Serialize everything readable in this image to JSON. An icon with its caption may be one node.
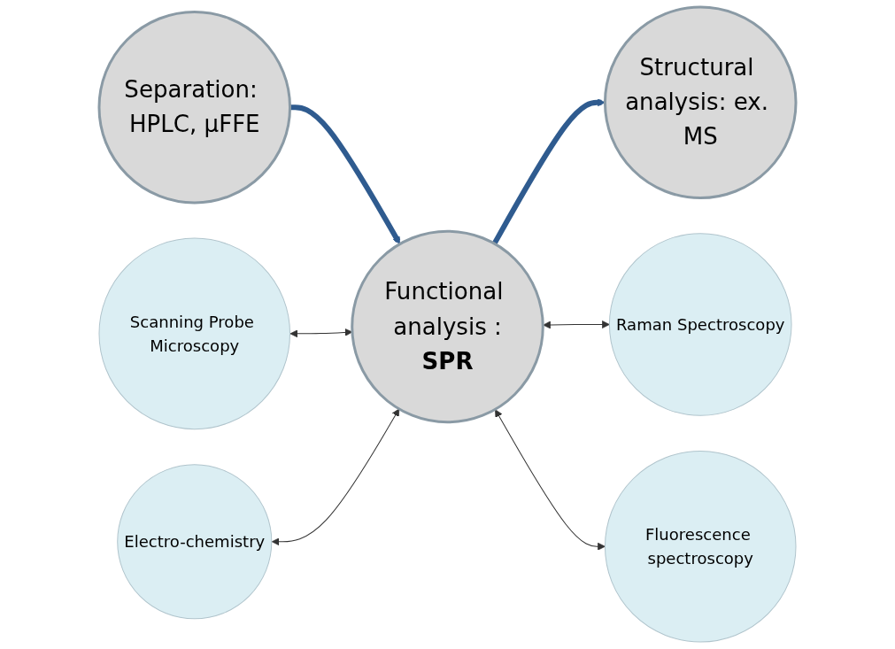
{
  "diagram": {
    "nodes": [
      {
        "text": [
          "Scanning Probe Microscopy"
        ]
      },
      {
        "text": [
          "Electro-chemistry"
        ]
      },
      {
        "text": [
          "Separation: HPLC, µFFE"
        ]
      },
      {
        "text": [
          "Functional analysis :",
          "SPR"
        ]
      },
      {
        "text": [
          "Structural analysis: ex. MS"
        ]
      },
      {
        "text": [
          "Raman Spectroscopy"
        ]
      },
      {
        "text": [
          "Fluorescence spectroscopy"
        ]
      }
    ],
    "edges": [
      {
        "from": 2,
        "to": 3,
        "arrow": "to",
        "style": "thick",
        "color": "#2f5b8f"
      },
      {
        "from": 3,
        "to": 4,
        "arrow": "to",
        "style": "thick",
        "color": "#2f5b8f"
      },
      {
        "from": 0,
        "to": 3,
        "arrow": "both"
      },
      {
        "from": 1,
        "to": 3,
        "arrow": "both"
      },
      {
        "from": 3,
        "to": 5,
        "arrow": "both"
      },
      {
        "from": 3,
        "to": 6,
        "arrow": "both"
      }
    ]
  }
}
